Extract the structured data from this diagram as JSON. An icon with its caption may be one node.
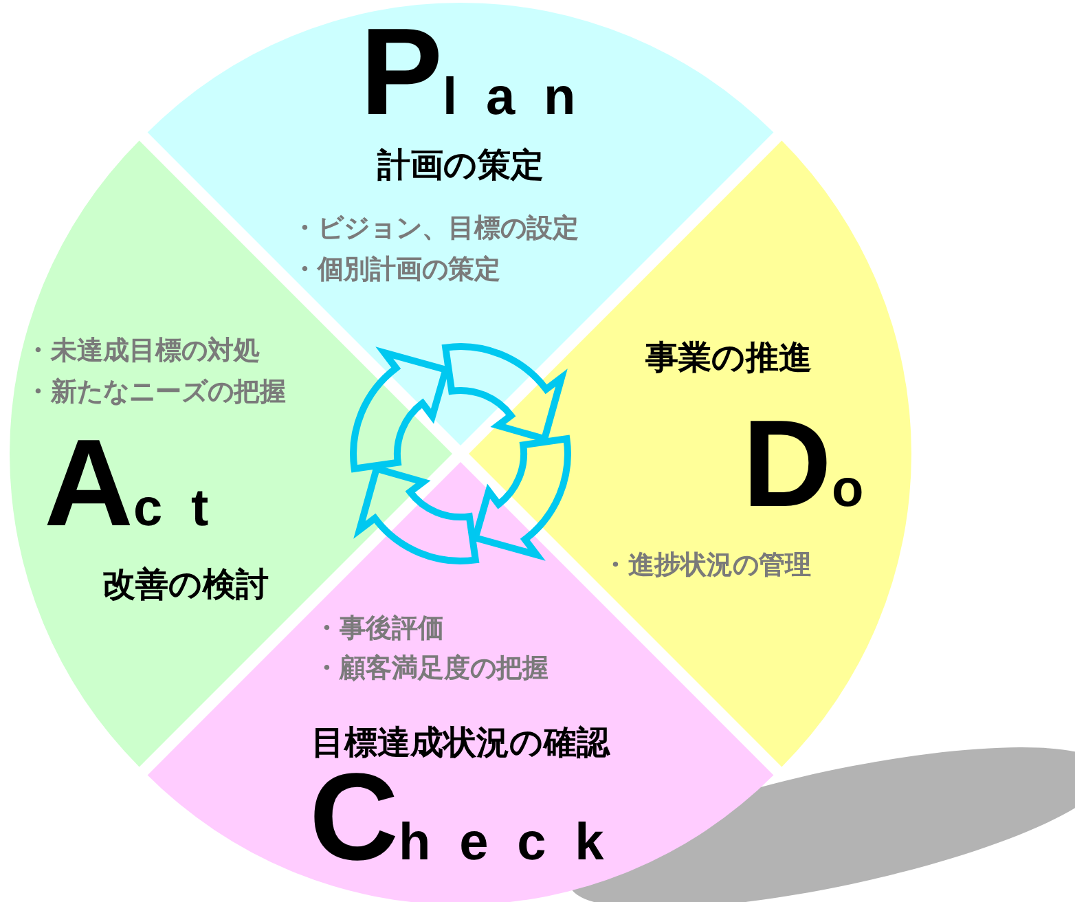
{
  "diagram": {
    "nodes": [
      {
        "text": [
          "Plan",
          "計画の策定",
          "・ビジョン、目標の設定",
          "・個別計画の策定"
        ]
      },
      {
        "text": [
          "事業の推進",
          "Do",
          "・進捗状況の管理"
        ]
      },
      {
        "text": [
          "・事後評価",
          "・顧客満足度の把握",
          "目標達成状況の確認",
          "Check"
        ]
      },
      {
        "text": [
          "・未達成目標の対処",
          "・新たなニーズの把握",
          "Act",
          "改善の検討"
        ]
      }
    ],
    "edges": [
      {
        "from": 0,
        "to": 1,
        "arrow": "to"
      },
      {
        "from": 1,
        "to": 2,
        "arrow": "to"
      },
      {
        "from": 2,
        "to": 3,
        "arrow": "to"
      },
      {
        "from": 3,
        "to": 0,
        "arrow": "to"
      }
    ]
  }
}
